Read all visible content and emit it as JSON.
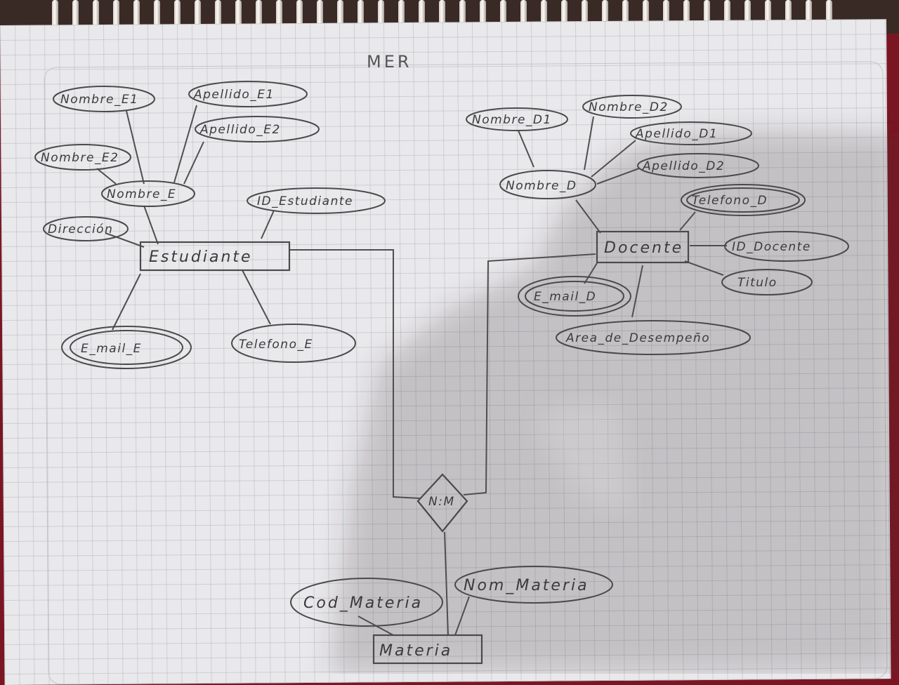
{
  "title": "MER",
  "entities": {
    "estudiante": "Estudiante",
    "docente": "Docente",
    "materia": "Materia"
  },
  "relationship": {
    "label": "N:M"
  },
  "attributes": {
    "nombre_e1": "Nombre_E1",
    "apellido_e1": "Apellido_E1",
    "apellido_e2": "Apellido_E2",
    "nombre_e2": "Nombre_E2",
    "nombre_e": "Nombre_E",
    "id_estudiante": "ID_Estudiante",
    "direccion": "Dirección",
    "email_e": "E_mail_E",
    "telefono_e": "Telefono_E",
    "nombre_d1": "Nombre_D1",
    "nombre_d2": "Nombre_D2",
    "apellido_d1": "Apellido_D1",
    "apellido_d2": "Apellido_D2",
    "nombre_d": "Nombre_D",
    "telefono_d": "Telefono_D",
    "id_docente": "ID_Docente",
    "titulo": "Titulo",
    "email_d": "E_mail_D",
    "area_desempeno": "Area_de_Desempeño",
    "cod_materia": "Cod_Materia",
    "nom_materia": "Nom_Materia"
  },
  "colors": {
    "paper": "#e9e9ec",
    "ink": "#4a4a4a",
    "background": "#7a1622"
  }
}
